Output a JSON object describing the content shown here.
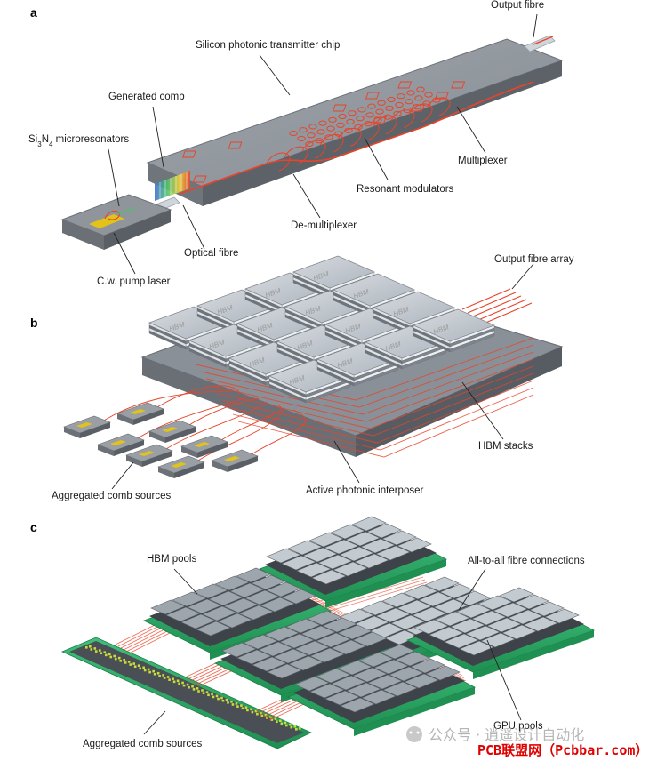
{
  "panels": {
    "a": {
      "letter": "a",
      "labels": {
        "output_fibre": "Output fibre",
        "chip": "Silicon photonic transmitter chip",
        "generated_comb": "Generated comb",
        "microresonators_main": "Si",
        "microresonators_sub1": "3",
        "microresonators_mid": "N",
        "microresonators_sub2": "4",
        "microresonators_tail": " microresonators",
        "multiplexer": "Multiplexer",
        "resonant_modulators": "Resonant modulators",
        "demultiplexer": "De-multiplexer",
        "optical_fibre": "Optical fibre",
        "pump_laser": "C.w. pump laser"
      }
    },
    "b": {
      "letter": "b",
      "labels": {
        "output_fibre_array": "Output fibre array",
        "hbm_stacks": "HBM stacks",
        "active_interposer": "Active photonic interposer",
        "aggregated_comb": "Aggregated comb sources"
      },
      "chip_text": "HBM"
    },
    "c": {
      "letter": "c",
      "labels": {
        "hbm_pools": "HBM pools",
        "all_to_all": "All-to-all fibre connections",
        "gpu_pools": "GPU pools",
        "aggregated_comb": "Aggregated comb sources"
      }
    }
  },
  "watermark": {
    "account": "公众号 · 逍遥设计自动化",
    "site": "PCB联盟网（Pcbbar.com）"
  },
  "colors": {
    "waveguide": "#e8442a",
    "chip_glass": "#8d9299",
    "board_green": "#2fb06a",
    "memory_tile": "#b9c0c7",
    "comb_yellow": "#e3c21a",
    "watermark_red": "#e00000"
  }
}
